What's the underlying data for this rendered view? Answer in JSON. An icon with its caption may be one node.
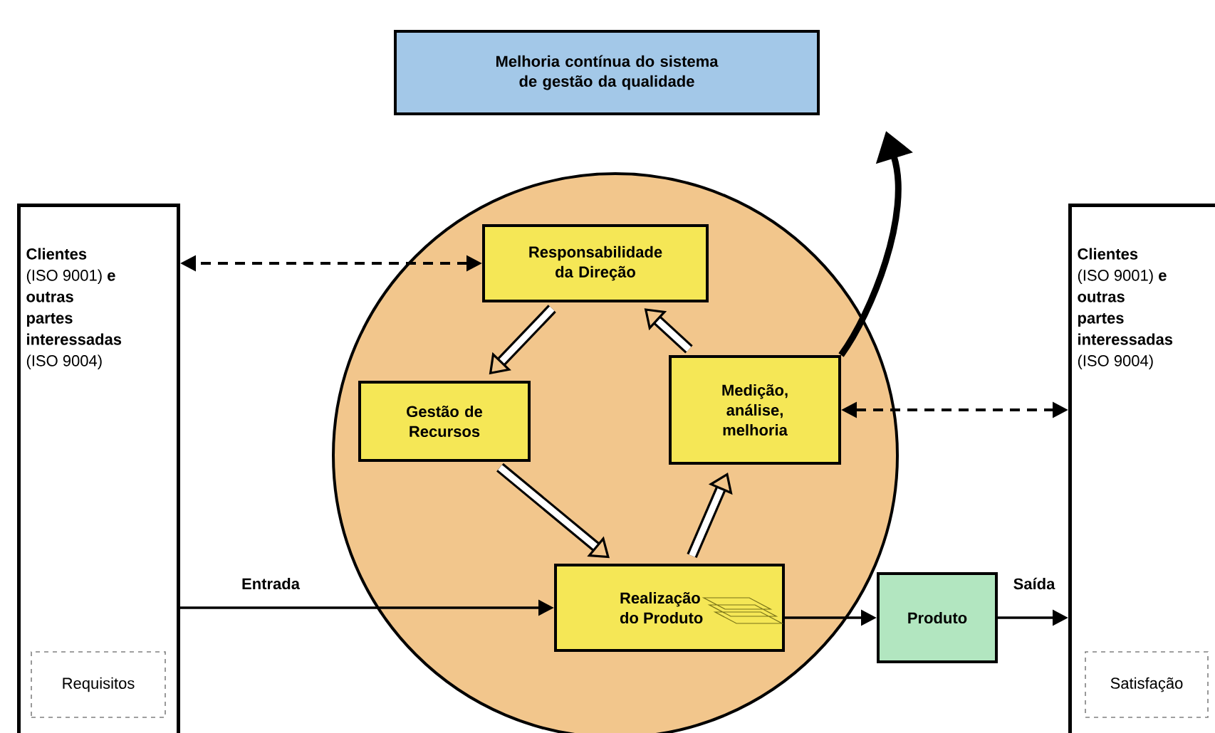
{
  "diagram": {
    "nodes": [
      {
        "text": [
          "Melhoria contínua do sistema de gestão da qualidade"
        ]
      },
      {
        "text": [
          "**Clientes** (ISO 9001) **e outras partes interessadas** (ISO 9004)"
        ]
      },
      {
        "text": [
          "Requisitos"
        ],
        "in": 1
      },
      {
        "text": [],
        "shape": "circle"
      },
      {
        "text": [
          "Responsabilidade da Direção"
        ],
        "in": 3
      },
      {
        "text": [
          "Gestão de Recursos"
        ],
        "in": 3
      },
      {
        "text": [
          "Medição, análise, melhoria"
        ],
        "in": 3
      },
      {
        "text": [
          "Realização do Produto"
        ],
        "in": 3
      },
      {
        "text": [
          "Produto"
        ]
      },
      {
        "text": [
          "**Clientes** (ISO 9001) **e outras partes interessadas** (ISO 9004)"
        ]
      },
      {
        "text": [
          "Satisfação"
        ],
        "in": 9
      }
    ],
    "edges": [
      {
        "from": 4,
        "to": 1,
        "arrow": "both",
        "style": "dashed"
      },
      {
        "from": 6,
        "to": 9,
        "arrow": "both",
        "style": "dashed"
      },
      {
        "from": 1,
        "to": 7,
        "arrow": "to",
        "label": "Entrada"
      },
      {
        "from": 7,
        "to": 8,
        "arrow": "to"
      },
      {
        "from": 8,
        "to": 9,
        "arrow": "to",
        "label": "Saída"
      },
      {
        "from": 4,
        "to": 5,
        "arrow": "to",
        "style": "thick"
      },
      {
        "from": 5,
        "to": 7,
        "arrow": "to",
        "style": "thick"
      },
      {
        "from": 7,
        "to": 6,
        "arrow": "to",
        "style": "thick"
      },
      {
        "from": 6,
        "to": 4,
        "arrow": "to",
        "style": "thick"
      },
      {
        "from": 6,
        "to": null,
        "arrow": "to",
        "style": "thick"
      }
    ]
  }
}
